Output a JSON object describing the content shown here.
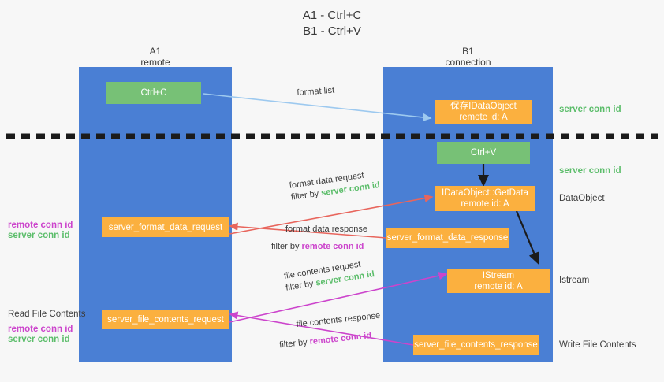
{
  "title": "A1 - Ctrl+C\nB1 - Ctrl+V",
  "colors": {
    "lane": "#4a7fd4",
    "node_green": "#77c176",
    "node_orange": "#fbb03f",
    "server_conn": "#5bbd6a",
    "remote_conn": "#cc44cc",
    "arrow_blue": "#9dc9ef",
    "arrow_red": "#e8655c",
    "arrow_magenta": "#cc44cc",
    "arrow_black": "#1b1b1b",
    "background": "#f7f7f7"
  },
  "columns": [
    {
      "id": "a1",
      "name": "A1",
      "sub": "remote"
    },
    {
      "id": "b1",
      "name": "B1",
      "sub": "connection"
    }
  ],
  "nodes": {
    "ctrl_c": {
      "line1": "Ctrl+C",
      "line2": ""
    },
    "save_idataobject": {
      "line1": "保存IDataObject",
      "line2": "remote id: A"
    },
    "ctrl_v": {
      "line1": "Ctrl+V",
      "line2": ""
    },
    "getdata": {
      "line1": "IDataObject::GetData",
      "line2": "remote id: A"
    },
    "server_format_data_request": {
      "line1": "server_format_data_request",
      "line2": ""
    },
    "server_format_data_response": {
      "line1": "server_format_data_response",
      "line2": ""
    },
    "istream": {
      "line1": "IStream",
      "line2": "remote id: A"
    },
    "server_file_contents_request": {
      "line1": "server_file_contents_request",
      "line2": ""
    },
    "server_file_contents_response": {
      "line1": "server_file_contents_response",
      "line2": ""
    }
  },
  "edges": {
    "format_list": {
      "label": "format list"
    },
    "format_data_request": {
      "line1": "format data request",
      "filter_prefix": "filter by ",
      "filter_value": "server conn id"
    },
    "format_data_response": {
      "line1": "format data response",
      "filter_prefix": "filter by ",
      "filter_value": "remote conn id"
    },
    "file_contents_request": {
      "line1": "file contents request",
      "filter_prefix": "filter by ",
      "filter_value": "server conn id"
    },
    "file_contents_response": {
      "line1": "file contents response",
      "filter_prefix": "filter by ",
      "filter_value": "remote conn id"
    }
  },
  "annotations": {
    "right_server_conn_top": "server conn id",
    "right_server_conn_mid": "server conn id",
    "right_dataobject": "DataObject",
    "right_istream": "Istream",
    "right_write_file_contents": "Write File Contents",
    "left_remote_conn_1": "remote conn id",
    "left_server_conn_1": "server conn id",
    "left_read_file_contents": "Read File Contents",
    "left_remote_conn_2": "remote conn id",
    "left_server_conn_2": "server conn id"
  }
}
